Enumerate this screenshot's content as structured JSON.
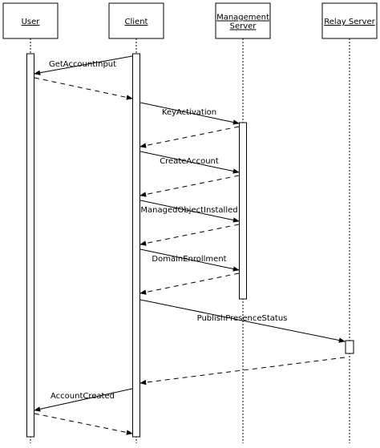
{
  "participants": [
    {
      "id": "user",
      "label_lines": [
        "User"
      ]
    },
    {
      "id": "client",
      "label_lines": [
        "Client"
      ]
    },
    {
      "id": "mgmt",
      "label_lines": [
        "Management",
        "Server"
      ]
    },
    {
      "id": "relay",
      "label_lines": [
        "Relay Server"
      ]
    }
  ],
  "messages": [
    {
      "id": "get-account-input",
      "from": "client",
      "to": "user",
      "label": "GetAccountInput",
      "kind": "call"
    },
    {
      "id": "get-account-input-return",
      "from": "user",
      "to": "client",
      "label": "",
      "kind": "return"
    },
    {
      "id": "key-activation",
      "from": "client",
      "to": "mgmt",
      "label": "KeyActivation",
      "kind": "call"
    },
    {
      "id": "key-activation-return",
      "from": "mgmt",
      "to": "client",
      "label": "",
      "kind": "return"
    },
    {
      "id": "create-account",
      "from": "client",
      "to": "mgmt",
      "label": "CreateAccount",
      "kind": "call"
    },
    {
      "id": "create-account-return",
      "from": "mgmt",
      "to": "client",
      "label": "",
      "kind": "return"
    },
    {
      "id": "managed-object-installed",
      "from": "client",
      "to": "mgmt",
      "label": "ManagedObjectInstalled",
      "kind": "call"
    },
    {
      "id": "managed-object-installed-return",
      "from": "mgmt",
      "to": "client",
      "label": "",
      "kind": "return"
    },
    {
      "id": "domain-enrollment",
      "from": "client",
      "to": "mgmt",
      "label": "DomainEnrollment",
      "kind": "call"
    },
    {
      "id": "domain-enrollment-return",
      "from": "mgmt",
      "to": "client",
      "label": "",
      "kind": "return"
    },
    {
      "id": "publish-presence-status",
      "from": "client",
      "to": "relay",
      "label": "PublishPresenceStatus",
      "kind": "call"
    },
    {
      "id": "publish-presence-status-return",
      "from": "relay",
      "to": "client",
      "label": "",
      "kind": "return"
    },
    {
      "id": "account-created",
      "from": "client",
      "to": "user",
      "label": "AccountCreated",
      "kind": "call"
    },
    {
      "id": "account-created-return",
      "from": "user",
      "to": "client",
      "label": "",
      "kind": "return"
    }
  ]
}
